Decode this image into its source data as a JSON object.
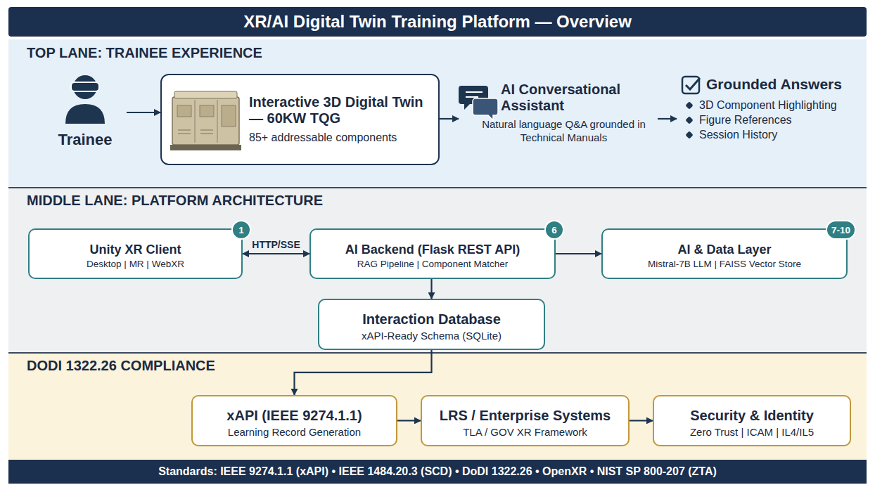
{
  "diagram": {
    "title": "XR/AI Digital Twin Training Platform — Overview",
    "caption": "Standards: IEEE 9274.1.1 (xAPI) • IEEE 1484.20.3 (SCD) • DoDI 1322.26 • OpenXR • NIST SP 800-207 (ZTA)",
    "nodes": [
      {
        "text": [
          "TOP LANE: TRAINEE EXPERIENCE"
        ]
      },
      {
        "text": [
          "Trainee"
        ],
        "in": 0
      },
      {
        "text": [
          "Interactive 3D Digital Twin — 60KW TQG",
          "85+ addressable components"
        ],
        "in": 0
      },
      {
        "text": [
          "AI Conversational Assistant",
          "Natural language Q&A grounded in Technical Manuals"
        ],
        "in": 0
      },
      {
        "text": [
          "Grounded Answers",
          "3D Component Highlighting",
          "Figure References",
          "Session History"
        ],
        "in": 0
      },
      {
        "text": [
          "MIDDLE LANE: PLATFORM ARCHITECTURE"
        ]
      },
      {
        "text": [
          "Unity XR Client",
          "Desktop | MR | WebXR"
        ],
        "in": 5
      },
      {
        "text": [
          "1"
        ],
        "in": 6
      },
      {
        "text": [
          "AI Backend (Flask REST API)",
          "RAG Pipeline | Component Matcher"
        ],
        "in": 5
      },
      {
        "text": [
          "6"
        ],
        "in": 8
      },
      {
        "text": [
          "AI & Data Layer",
          "Mistral-7B LLM | FAISS Vector Store"
        ],
        "in": 5
      },
      {
        "text": [
          "7-10"
        ],
        "in": 10
      },
      {
        "text": [
          "Interaction Database",
          "xAPI-Ready Schema (SQLite)"
        ],
        "in": 5
      },
      {
        "text": [
          "DODI 1322.26 COMPLIANCE"
        ]
      },
      {
        "text": [
          "xAPI (IEEE 9274.1.1)",
          "Learning Record Generation"
        ],
        "in": 13
      },
      {
        "text": [
          "LRS / Enterprise Systems",
          "TLA / GOV XR Framework"
        ],
        "in": 13
      },
      {
        "text": [
          "Security & Identity",
          "Zero Trust | ICAM | IL4/IL5"
        ],
        "in": 13
      }
    ],
    "edges": [
      {
        "from": 1,
        "to": 2,
        "arrow": "to"
      },
      {
        "from": 2,
        "to": 3,
        "arrow": "to"
      },
      {
        "from": 3,
        "to": 4,
        "arrow": "to"
      },
      {
        "from": 6,
        "to": 8,
        "label": "HTTP/SSE",
        "arrow": "both"
      },
      {
        "from": 8,
        "to": 10,
        "arrow": "to"
      },
      {
        "from": 8,
        "to": 12,
        "arrow": "to"
      },
      {
        "from": 12,
        "to": 14,
        "arrow": "to"
      },
      {
        "from": 14,
        "to": 15,
        "arrow": "to"
      },
      {
        "from": 15,
        "to": 16,
        "arrow": "to"
      }
    ]
  }
}
